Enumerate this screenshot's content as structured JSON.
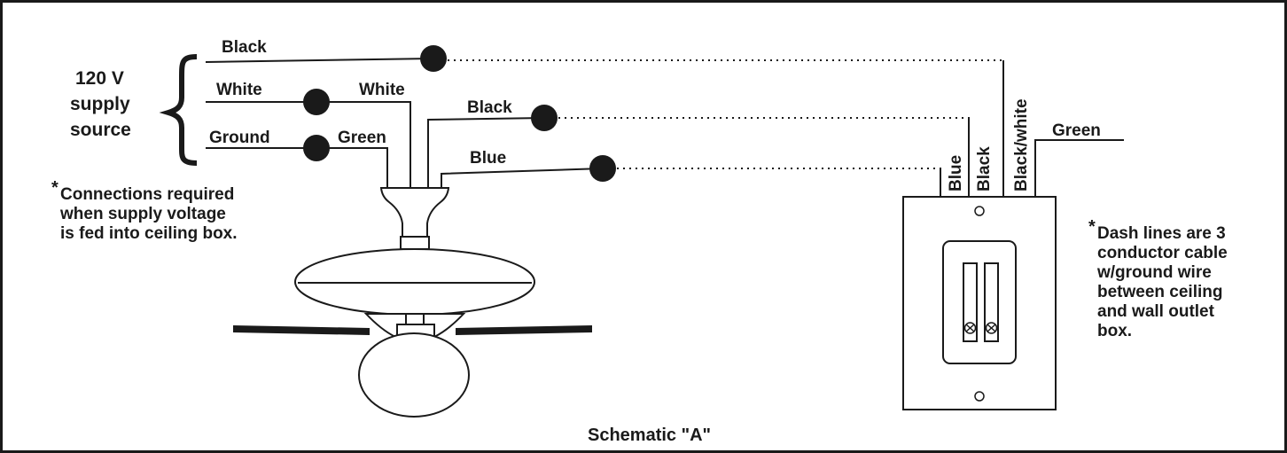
{
  "supply": {
    "voltage": "120 V",
    "line2": "supply",
    "line3": "source"
  },
  "wires": {
    "black_supply": "Black",
    "white_supply": "White",
    "ground_supply": "Ground",
    "white_fan": "White",
    "green_fan": "Green",
    "black_fan": "Black",
    "blue_fan": "Blue",
    "switch_blue": "Blue",
    "switch_black": "Black",
    "switch_black_white": "Black/white",
    "switch_green": "Green"
  },
  "notes": {
    "left_star": "*",
    "left_lines": [
      "Connections required",
      "when supply voltage",
      "is fed into ceiling box."
    ],
    "right_star": "*",
    "right_lines": [
      "Dash lines are 3",
      "conductor cable",
      "w/ground wire",
      "between ceiling",
      "and wall outlet",
      "box."
    ]
  },
  "caption": "Schematic \"A\"",
  "colors": {
    "ink": "#1a1a1a",
    "background": "#ffffff"
  }
}
